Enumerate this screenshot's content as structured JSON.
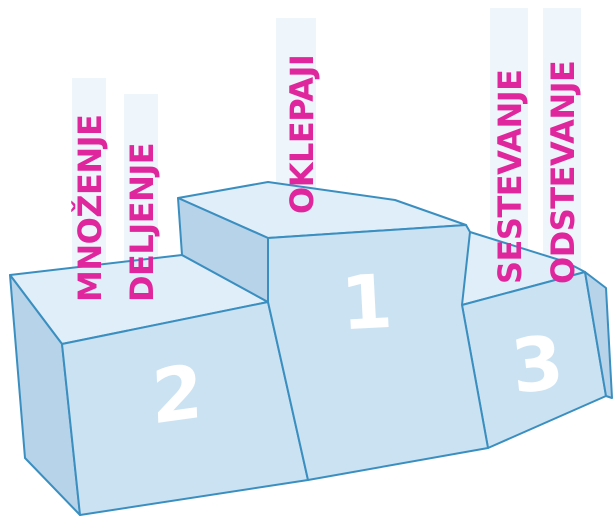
{
  "podium": {
    "first": {
      "rank": "1",
      "labels": [
        "OKLEPAJI"
      ]
    },
    "second": {
      "rank": "2",
      "labels": [
        "MNOŽENJE",
        "DELJENJE"
      ]
    },
    "third": {
      "rank": "3",
      "labels": [
        "SESTEVANJE",
        "ODSTEVANJE"
      ]
    }
  },
  "colors": {
    "label": "#e0269c",
    "podium_top": "#dfeef8",
    "podium_front": "#cbe2f2",
    "podium_side": "#b6d3e9",
    "outline": "#3a8fc0",
    "number": "#ffffff"
  }
}
